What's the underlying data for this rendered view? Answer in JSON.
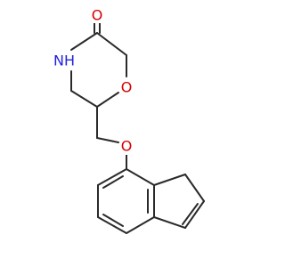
{
  "molecule": {
    "colors": {
      "bond": "#2a2a2a",
      "oxygen": "#d40000",
      "nitrogen": "#2222dd",
      "background": "#ffffff"
    },
    "labels": {
      "carbonyl_oxygen": "O",
      "nitrogen": "NH",
      "ring_oxygen": "O",
      "ether_oxygen": "O"
    }
  }
}
